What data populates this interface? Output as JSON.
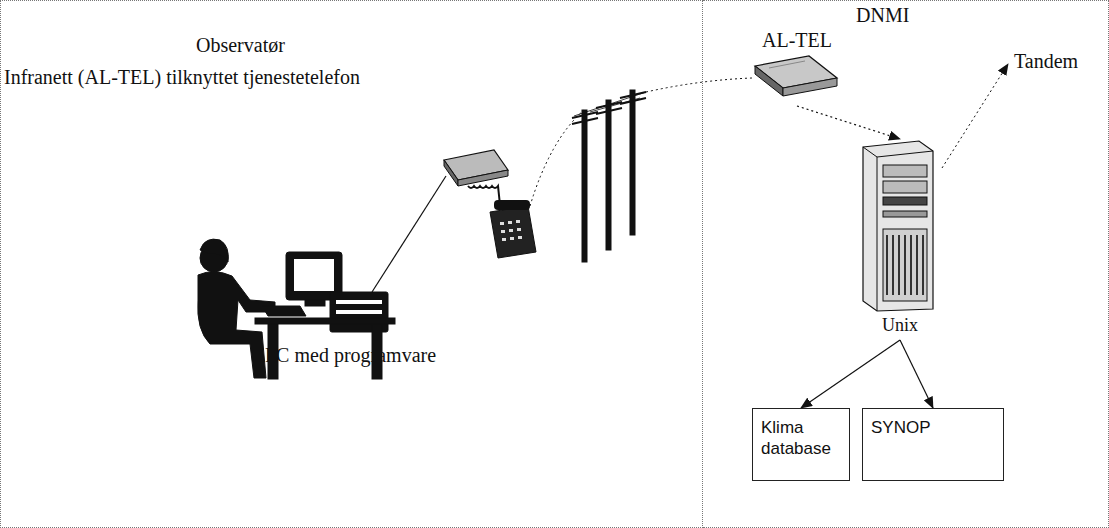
{
  "diagram": {
    "nodes": [
      {
        "text": [
          "Observatør"
        ]
      },
      {
        "text": [
          "DNMI"
        ]
      },
      {
        "text": [
          "AL-TEL"
        ],
        "in": 1
      },
      {
        "text": [
          "Unix"
        ],
        "in": 1
      },
      {
        "text": [
          "Klima database"
        ],
        "in": 1
      },
      {
        "text": [
          "SYNOP"
        ],
        "in": 1
      }
    ],
    "edges": [
      {
        "from": 2,
        "to": 3,
        "arrow": "to"
      },
      {
        "from": 3,
        "to": 4,
        "arrow": "to"
      },
      {
        "from": 3,
        "to": 5,
        "arrow": "to"
      }
    ],
    "labels": [
      "Infranett (AL-TEL) tilknyttet tjenestetelefon",
      "PC med programvare",
      "Tandem"
    ]
  }
}
